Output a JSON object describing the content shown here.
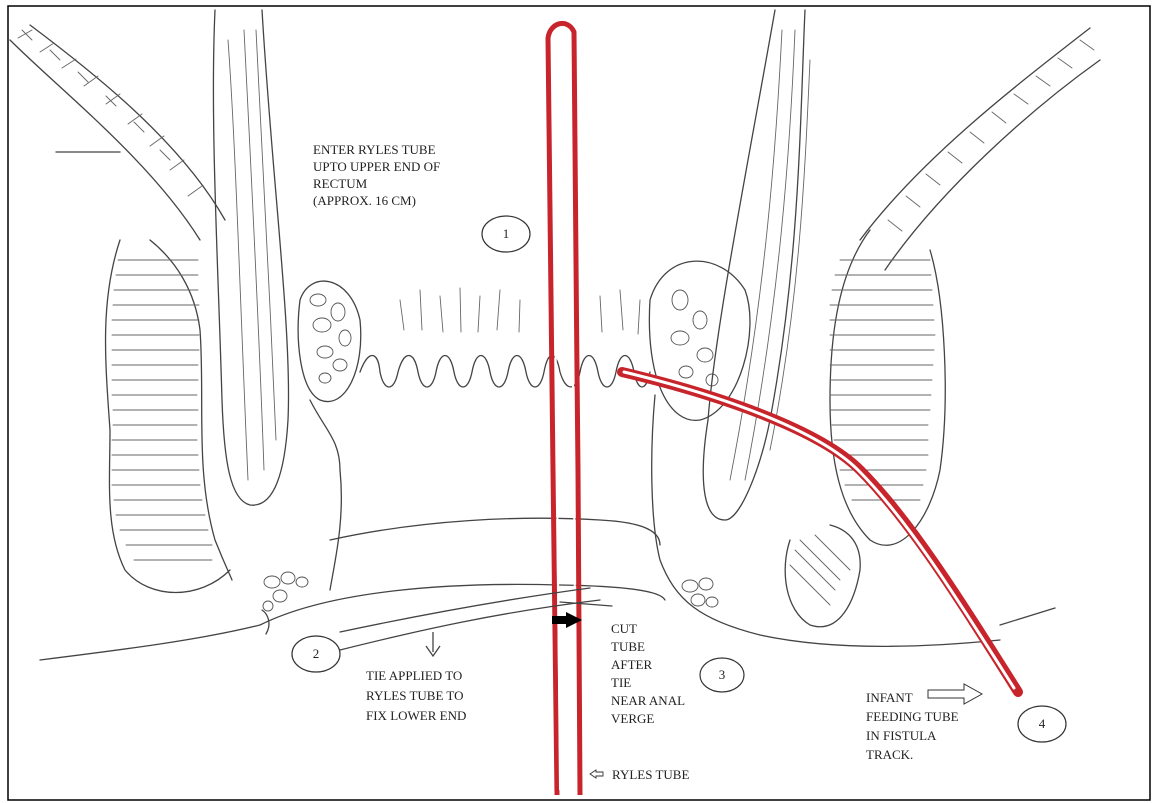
{
  "colors": {
    "tube_red": "#c8242b",
    "tube_inner": "#ffffff",
    "sketch_stroke": "#444444",
    "frame": "#000000",
    "text": "#222222"
  },
  "labels": {
    "step1": [
      "ENTER RYLES TUBE",
      "UPTO UPPER END OF",
      "RECTUM",
      "(APPROX. 16 CM)"
    ],
    "step2": [
      "TIE APPLIED TO",
      "RYLES TUBE TO",
      "FIX LOWER END"
    ],
    "step3": [
      "CUT",
      "TUBE",
      "AFTER",
      "TIE",
      "NEAR ANAL",
      "VERGE"
    ],
    "step4": [
      "INFANT",
      "FEEDING TUBE",
      "IN FISTULA",
      "TRACK."
    ],
    "ryles_tube": "RYLES TUBE"
  },
  "markers": [
    "1",
    "2",
    "3",
    "4"
  ],
  "icons": {
    "down_arrow": "down-arrow-icon",
    "right_arrow": "right-arrow-icon",
    "left_arrow": "left-arrow-icon",
    "cut_arrow": "cut-arrow-icon"
  }
}
